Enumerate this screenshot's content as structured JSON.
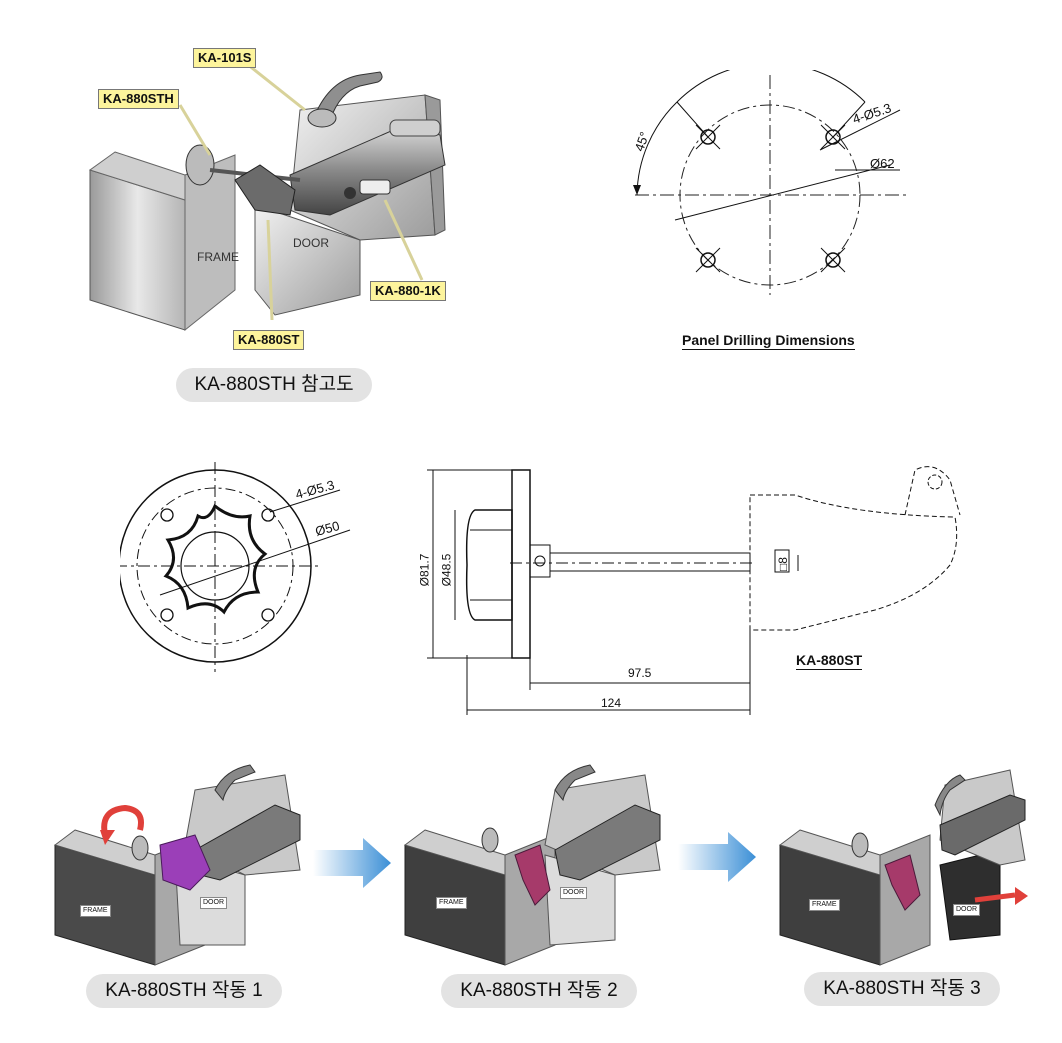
{
  "reference": {
    "callouts": [
      "KA-101S",
      "KA-880STH",
      "KA-880ST",
      "KA-880-1K"
    ],
    "frame_label": "FRAME",
    "door_label": "DOOR",
    "caption": "KA-880STH 참고도"
  },
  "panel_drilling": {
    "title": "Panel Drilling Dimensions",
    "angle": "45°",
    "holes": "4-Ø5.3",
    "diameter": "Ø62"
  },
  "flange_view": {
    "holes": "4-Ø5.3",
    "diameter": "Ø50"
  },
  "side_view": {
    "label": "KA-880ST",
    "dim_outer": "Ø81.7",
    "dim_knob": "Ø48.5",
    "dim_square": "□8",
    "dim_975": "97.5",
    "dim_124": "124"
  },
  "operation": {
    "frame_label": "FRAME",
    "door_label": "DOOR",
    "steps": [
      "KA-880STH 작동 1",
      "KA-880STH 작동 2",
      "KA-880STH 작동 3"
    ]
  },
  "colors": {
    "callout_bg": "#fdf49c",
    "caption_bg": "#e3e3e3",
    "arrow_blue": "#3b8fd6",
    "highlight_purple": "#9b3fb8",
    "red_arrow": "#e0403a"
  }
}
